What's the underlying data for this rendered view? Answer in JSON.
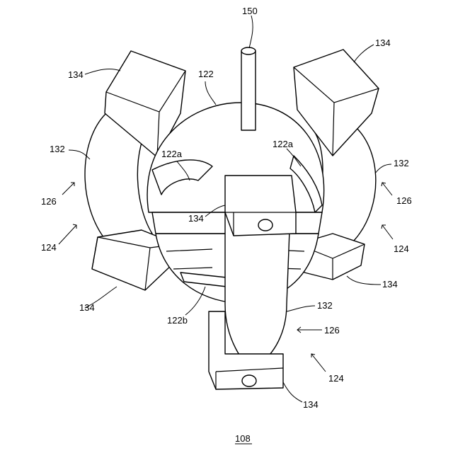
{
  "labels": {
    "l150": "150",
    "l122": "122",
    "l122a_left": "122a",
    "l122a_right": "122a",
    "l122b": "122b",
    "l134_top_left": "134",
    "l134_top_right": "134",
    "l134_center": "134",
    "l134_left_bottom": "134",
    "l134_right_bottom": "134",
    "l134_bottom": "134",
    "l132_left": "132",
    "l132_right": "132",
    "l132_bottom": "132",
    "l126_left": "126",
    "l126_right": "126",
    "l126_bottom": "126",
    "l124_left": "124",
    "l124_right": "124",
    "l124_bottom": "124"
  },
  "figure_number": "108"
}
